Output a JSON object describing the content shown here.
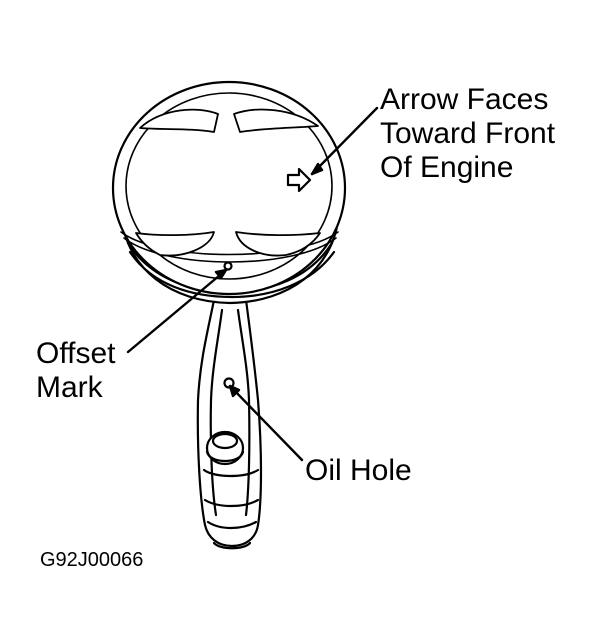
{
  "labels": {
    "arrow_faces": [
      "Arrow Faces",
      "Toward Front",
      "Of Engine"
    ],
    "offset_mark": [
      "Offset",
      "Mark"
    ],
    "oil_hole": "Oil Hole"
  },
  "figure_id": "G92J00066",
  "colors": {
    "ink": "#000000",
    "paper": "#ffffff"
  }
}
